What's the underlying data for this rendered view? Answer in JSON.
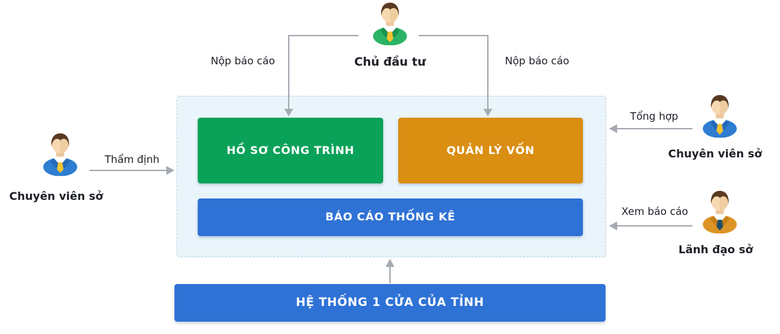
{
  "diagram": {
    "investor": {
      "name": "Chủ đầu tư"
    },
    "investor_flows": {
      "left": "Nộp báo cáo",
      "right": "Nộp báo cáo"
    },
    "left_specialist": {
      "name": "Chuyên viên sở",
      "action": "Thẩm định"
    },
    "right_specialist": {
      "name": "Chuyên viên sở",
      "action": "Tổng hợp"
    },
    "director": {
      "name": "Lãnh đạo sở",
      "action": "Xem báo cáo"
    },
    "modules": {
      "construction": "HỒ SƠ CÔNG TRÌNH",
      "capital": "QUẢN LÝ VỐN",
      "statistics": "BÁO CÁO THỐNG KÊ"
    },
    "external_system": "HỆ THỐNG 1 CỬA CỦA TỈNH",
    "colors": {
      "module_green": "#0aa259",
      "module_orange": "#da8e12",
      "module_blue": "#2f72d6",
      "panel_background": "#eaf5fb",
      "panel_border": "#bfd3e0",
      "arrow_gray": "#a6abb2",
      "jacket_blue": "#2e7dd1",
      "jacket_green": "#2bb365",
      "jacket_orange": "#dd9426",
      "tie_gold": "#f2c330",
      "tie_navy": "#1f4e66"
    }
  }
}
